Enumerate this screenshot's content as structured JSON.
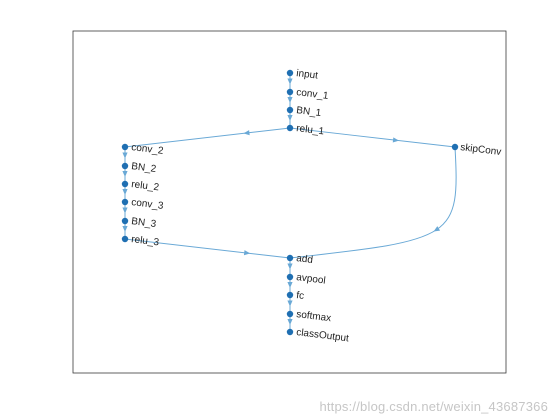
{
  "graph": {
    "nodes": [
      {
        "id": "input",
        "label": "input"
      },
      {
        "id": "conv_1",
        "label": "conv_1"
      },
      {
        "id": "BN_1",
        "label": "BN_1"
      },
      {
        "id": "relu_1",
        "label": "relu_1"
      },
      {
        "id": "conv_2",
        "label": "conv_2"
      },
      {
        "id": "BN_2",
        "label": "BN_2"
      },
      {
        "id": "relu_2",
        "label": "relu_2"
      },
      {
        "id": "conv_3",
        "label": "conv_3"
      },
      {
        "id": "BN_3",
        "label": "BN_3"
      },
      {
        "id": "relu_3",
        "label": "relu_3"
      },
      {
        "id": "skipConv",
        "label": "skipConv"
      },
      {
        "id": "add",
        "label": "add"
      },
      {
        "id": "avpool",
        "label": "avpool"
      },
      {
        "id": "fc",
        "label": "fc"
      },
      {
        "id": "softmax",
        "label": "softmax"
      },
      {
        "id": "classOutput",
        "label": "classOutput"
      }
    ],
    "edges": [
      [
        "input",
        "conv_1"
      ],
      [
        "conv_1",
        "BN_1"
      ],
      [
        "BN_1",
        "relu_1"
      ],
      [
        "relu_1",
        "conv_2"
      ],
      [
        "relu_1",
        "skipConv"
      ],
      [
        "conv_2",
        "BN_2"
      ],
      [
        "BN_2",
        "relu_2"
      ],
      [
        "relu_2",
        "conv_3"
      ],
      [
        "conv_3",
        "BN_3"
      ],
      [
        "BN_3",
        "relu_3"
      ],
      [
        "relu_3",
        "add"
      ],
      [
        "skipConv",
        "add"
      ],
      [
        "add",
        "avpool"
      ],
      [
        "avpool",
        "fc"
      ],
      [
        "fc",
        "softmax"
      ],
      [
        "softmax",
        "classOutput"
      ]
    ]
  },
  "watermark": "https://blog.csdn.net/weixin_43687366"
}
